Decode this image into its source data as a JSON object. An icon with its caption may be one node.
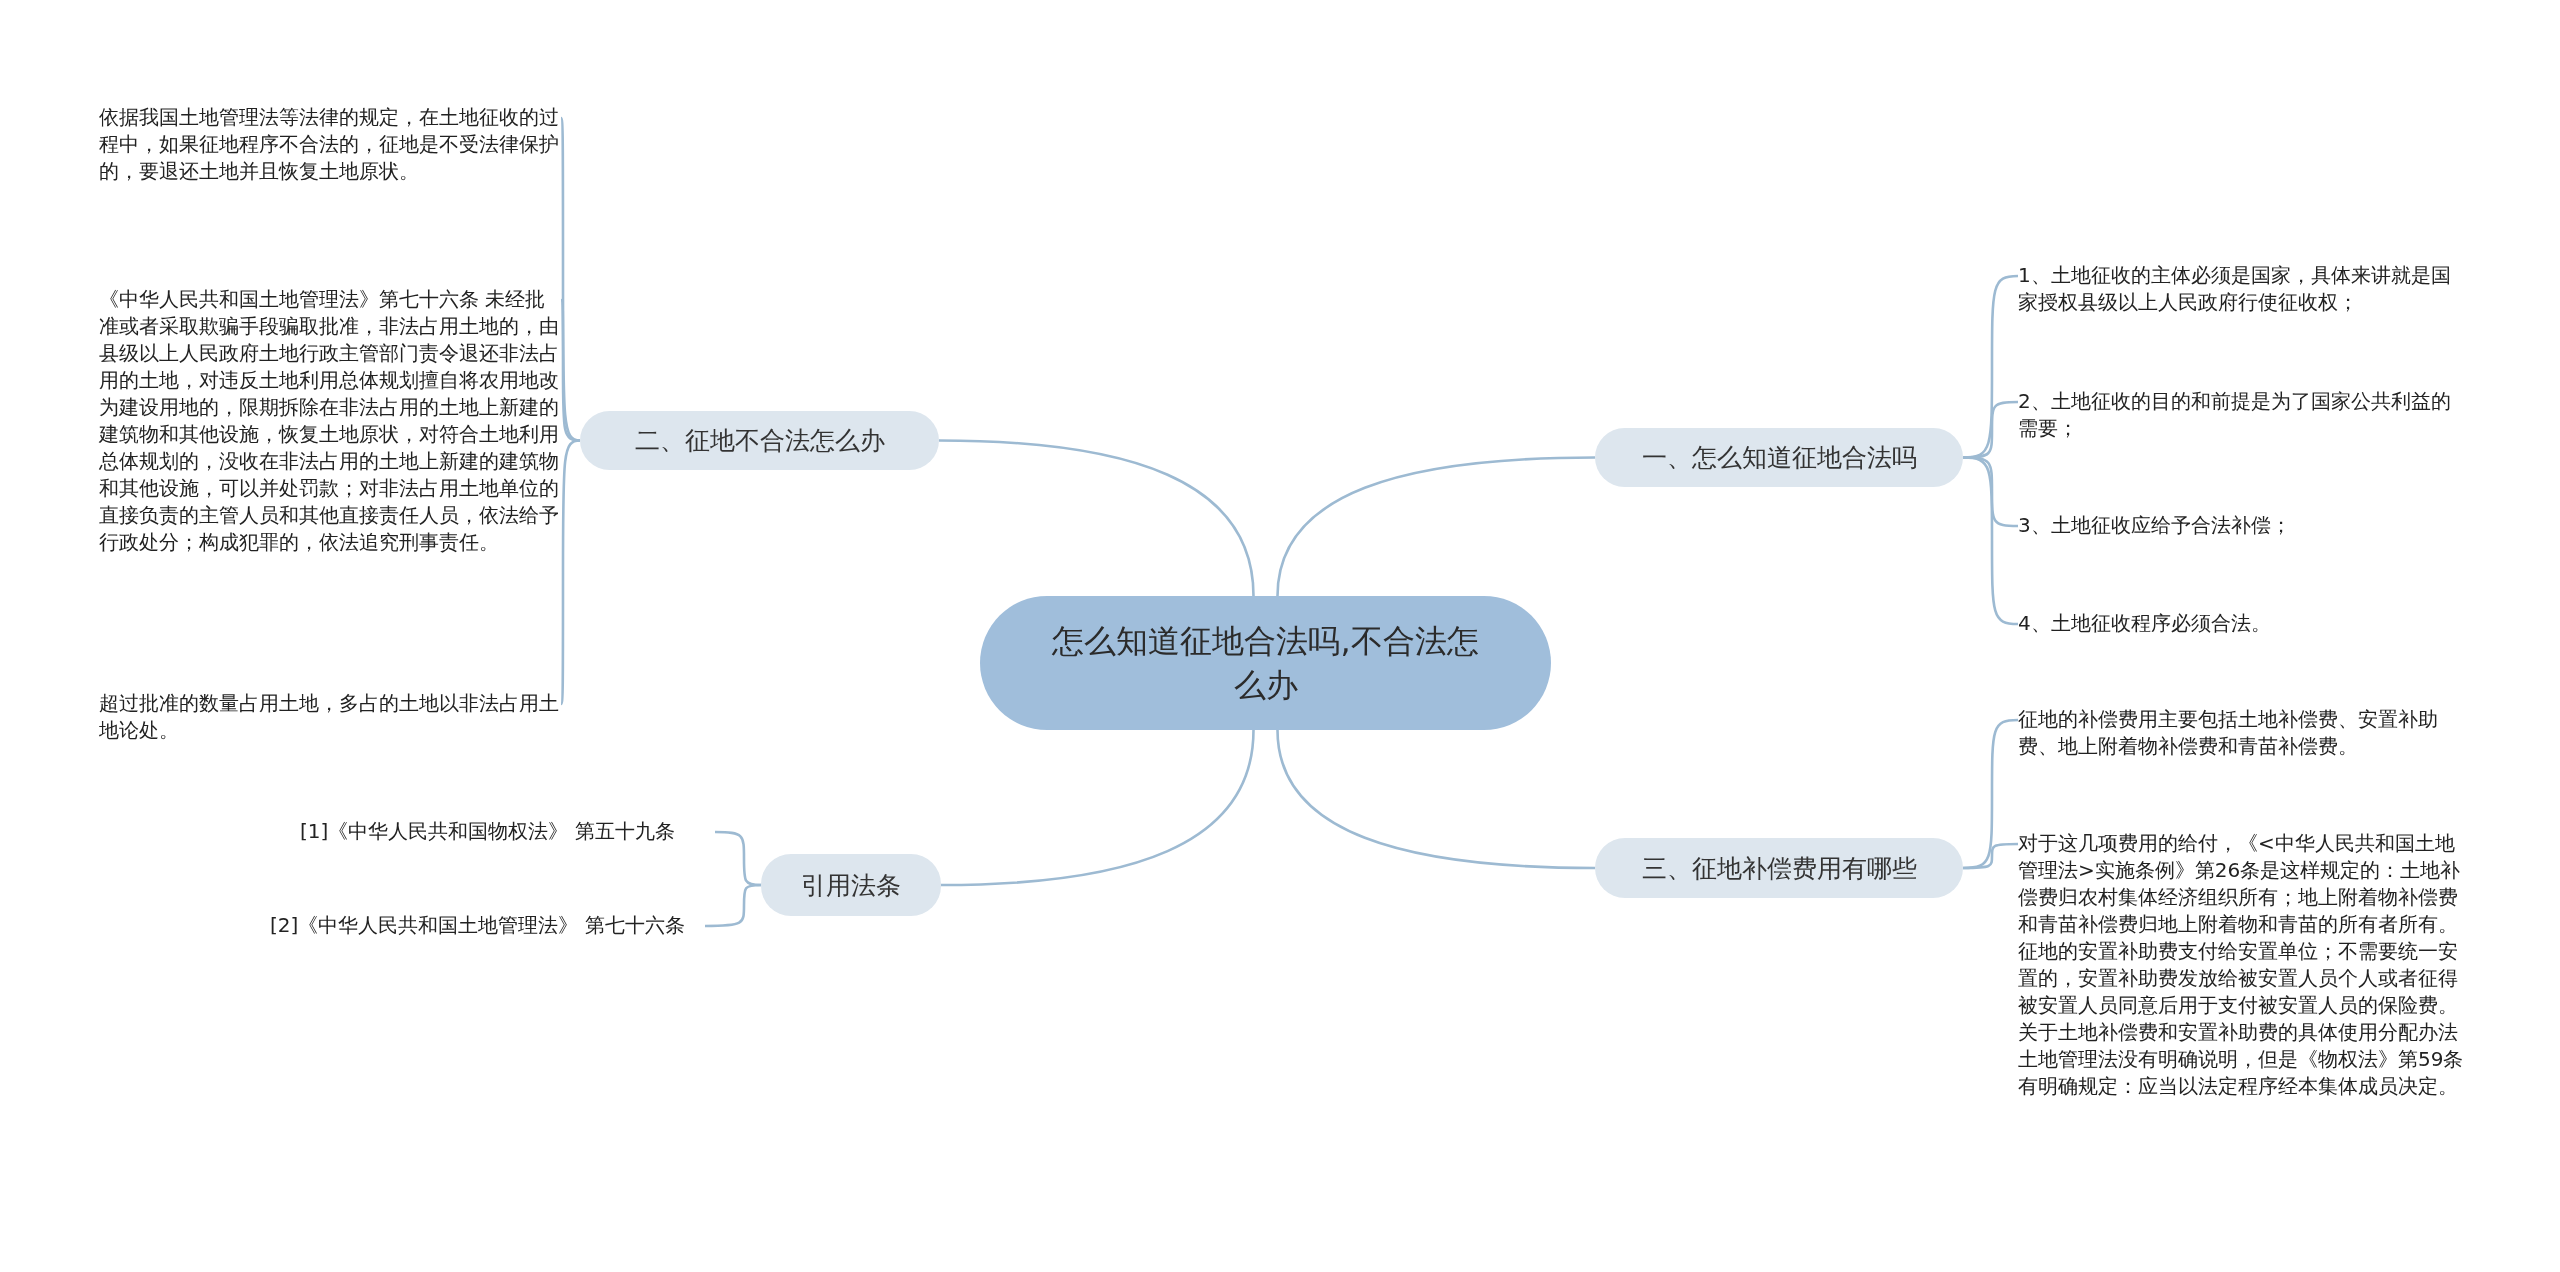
{
  "diagram": {
    "nodes": [
      {
        "text": [
          "怎么知道征地合法吗,不合法怎么办"
        ]
      },
      {
        "text": [
          "二、征地不合法怎么办"
        ]
      },
      {
        "text": [
          "依据我国土地管理法等法律的规定，在土地征收的过程中，如果征地程序不合法的，征地是不受法律保护的，要退还土地并且恢复土地原状。"
        ]
      },
      {
        "text": [
          "《中华人民共和国土地管理法》第七十六条 未经批准或者采取欺骗手段骗取批准，非法占用土地的，由县级以上人民政府土地行政主管部门责令退还非法占用的土地，对违反土地利用总体规划擅自将农用地改为建设用地的，限期拆除在非法占用的土地上新建的建筑物和其他设施，恢复土地原状，对符合土地利用总体规划的，没收在非法占用的土地上新建的建筑物和其他设施，可以并处罚款；对非法占用土地单位的直接负责的主管人员和其他直接责任人员，依法给予行政处分；构成犯罪的，依法追究刑事责任。"
        ]
      },
      {
        "text": [
          "超过批准的数量占用土地，多占的土地以非法占用土地论处。"
        ]
      },
      {
        "text": [
          "一、怎么知道征地合法吗"
        ]
      },
      {
        "text": [
          "1、土地征收的主体必须是国家，具体来讲就是国家授权县级以上人民政府行使征收权；"
        ]
      },
      {
        "text": [
          "2、土地征收的目的和前提是为了国家公共利益的需要；"
        ]
      },
      {
        "text": [
          "3、土地征收应给予合法补偿；"
        ]
      },
      {
        "text": [
          "4、土地征收程序必须合法。"
        ]
      },
      {
        "text": [
          "引用法条"
        ]
      },
      {
        "text": [
          "[1]《中华人民共和国物权法》 第五十九条"
        ]
      },
      {
        "text": [
          "[2]《中华人民共和国土地管理法》 第七十六条"
        ]
      },
      {
        "text": [
          "三、征地补偿费用有哪些"
        ]
      },
      {
        "text": [
          "征地的补偿费用主要包括土地补偿费、安置补助费、地上附着物补偿费和青苗补偿费。"
        ]
      },
      {
        "text": [
          "对于这几项费用的给付，《<中华人民共和国土地管理法>实施条例》第26条是这样规定的：土地补偿费归农村集体经济组织所有；地上附着物补偿费和青苗补偿费归地上附着物和青苗的所有者所有。征地的安置补助费支付给安置单位；不需要统一安置的，安置补助费发放给被安置人员个人或者征得被安置人员同意后用于支付被安置人员的保险费。关于土地补偿费和安置补助费的具体使用分配办法土地管理法没有明确说明，但是《物权法》第59条有明确规定：应当以法定程序经本集体成员决定。"
        ]
      }
    ],
    "edges": [
      {
        "from": 0,
        "to": 1,
        "arrow": "none"
      },
      {
        "from": 1,
        "to": 2,
        "arrow": "none"
      },
      {
        "from": 1,
        "to": 3,
        "arrow": "none"
      },
      {
        "from": 1,
        "to": 4,
        "arrow": "none"
      },
      {
        "from": 0,
        "to": 5,
        "arrow": "none"
      },
      {
        "from": 5,
        "to": 6,
        "arrow": "none"
      },
      {
        "from": 5,
        "to": 7,
        "arrow": "none"
      },
      {
        "from": 5,
        "to": 8,
        "arrow": "none"
      },
      {
        "from": 5,
        "to": 9,
        "arrow": "none"
      },
      {
        "from": 0,
        "to": 10,
        "arrow": "none"
      },
      {
        "from": 10,
        "to": 11,
        "arrow": "none"
      },
      {
        "from": 10,
        "to": 12,
        "arrow": "none"
      },
      {
        "from": 0,
        "to": 13,
        "arrow": "none"
      },
      {
        "from": 13,
        "to": 14,
        "arrow": "none"
      },
      {
        "from": 13,
        "to": 15,
        "arrow": "none"
      }
    ]
  }
}
